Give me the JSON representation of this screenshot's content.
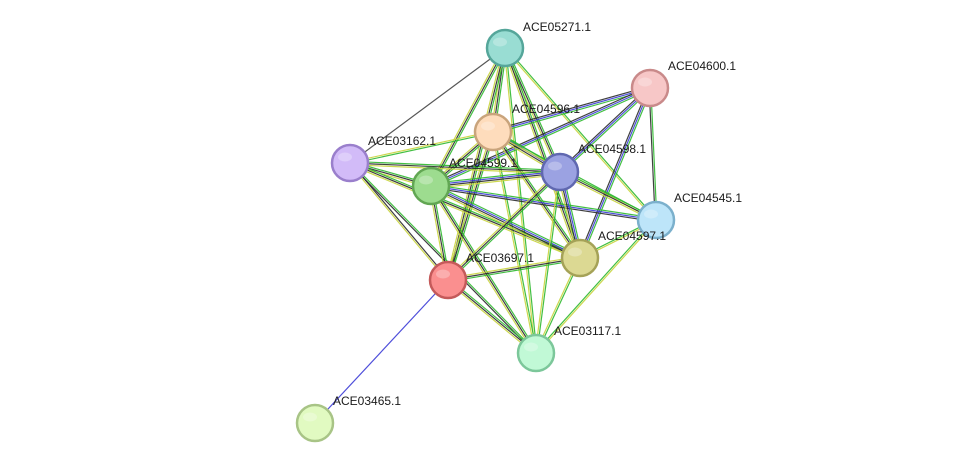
{
  "network": {
    "nodes": [
      {
        "id": "ACE05271.1",
        "label": "ACE05271.1",
        "fill": "#99ddd3",
        "stroke": "#55a69a"
      },
      {
        "id": "ACE04600.1",
        "label": "ACE04600.1",
        "fill": "#f7c7c7",
        "stroke": "#c98a8a"
      },
      {
        "id": "ACE04596.1",
        "label": "ACE04596.1",
        "fill": "#fedcbc",
        "stroke": "#c9a47c"
      },
      {
        "id": "ACE03162.1",
        "label": "ACE03162.1",
        "fill": "#d2bbf8",
        "stroke": "#9a7fcc"
      },
      {
        "id": "ACE04599.1",
        "label": "ACE04599.1",
        "fill": "#9ddc8f",
        "stroke": "#62a653"
      },
      {
        "id": "ACE04598.1",
        "label": "ACE04598.1",
        "fill": "#9ba2e2",
        "stroke": "#6068b0"
      },
      {
        "id": "ACE04545.1",
        "label": "ACE04545.1",
        "fill": "#bde5f9",
        "stroke": "#7bb0cc"
      },
      {
        "id": "ACE04597.1",
        "label": "ACE04597.1",
        "fill": "#dcd993",
        "stroke": "#a5a257"
      },
      {
        "id": "ACE03697.1",
        "label": "ACE03697.1",
        "fill": "#fa8f8f",
        "stroke": "#c45a5a"
      },
      {
        "id": "ACE03117.1",
        "label": "ACE03117.1",
        "fill": "#c1f9d6",
        "stroke": "#7cc79a"
      },
      {
        "id": "ACE03465.1",
        "label": "ACE03465.1",
        "fill": "#e1fac1",
        "stroke": "#a8c486"
      }
    ],
    "edges": [
      {
        "source": "ACE05271.1",
        "target": "ACE04596.1",
        "colors": [
          "#2db82d",
          "#2a2a2a",
          "#c8d43c"
        ]
      },
      {
        "source": "ACE05271.1",
        "target": "ACE04599.1",
        "colors": [
          "#2db82d",
          "#2a2a2a",
          "#c8d43c"
        ]
      },
      {
        "source": "ACE05271.1",
        "target": "ACE04598.1",
        "colors": [
          "#2db82d",
          "#2a2a2a",
          "#c8d43c"
        ]
      },
      {
        "source": "ACE05271.1",
        "target": "ACE04597.1",
        "colors": [
          "#2db82d",
          "#2a2a2a",
          "#c8d43c"
        ]
      },
      {
        "source": "ACE05271.1",
        "target": "ACE03697.1",
        "colors": [
          "#2db82d",
          "#2a2a2a",
          "#c8d43c"
        ]
      },
      {
        "source": "ACE05271.1",
        "target": "ACE03117.1",
        "colors": [
          "#2db82d",
          "#c8d43c"
        ]
      },
      {
        "source": "ACE05271.1",
        "target": "ACE04545.1",
        "colors": [
          "#2db82d",
          "#c8d43c"
        ]
      },
      {
        "source": "ACE05271.1",
        "target": "ACE03162.1",
        "colors": [
          "#444444"
        ]
      },
      {
        "source": "ACE04600.1",
        "target": "ACE04596.1",
        "colors": [
          "#2db82d",
          "#3b3bd6",
          "#2a2a2a"
        ]
      },
      {
        "source": "ACE04600.1",
        "target": "ACE04599.1",
        "colors": [
          "#2db82d",
          "#3b3bd6",
          "#2a2a2a"
        ]
      },
      {
        "source": "ACE04600.1",
        "target": "ACE04598.1",
        "colors": [
          "#2db82d",
          "#3b3bd6",
          "#2a2a2a"
        ]
      },
      {
        "source": "ACE04600.1",
        "target": "ACE04597.1",
        "colors": [
          "#2db82d",
          "#3b3bd6",
          "#2a2a2a"
        ]
      },
      {
        "source": "ACE04600.1",
        "target": "ACE04545.1",
        "colors": [
          "#2db82d",
          "#2a2a2a"
        ]
      },
      {
        "source": "ACE04596.1",
        "target": "ACE04599.1",
        "colors": [
          "#2db82d",
          "#2a2a2a",
          "#c8d43c"
        ]
      },
      {
        "source": "ACE04596.1",
        "target": "ACE04598.1",
        "colors": [
          "#2db82d",
          "#3b3bd6",
          "#2a2a2a",
          "#c8d43c"
        ]
      },
      {
        "source": "ACE04596.1",
        "target": "ACE04597.1",
        "colors": [
          "#2db82d",
          "#2a2a2a",
          "#c8d43c"
        ]
      },
      {
        "source": "ACE04596.1",
        "target": "ACE03697.1",
        "colors": [
          "#2db82d",
          "#2a2a2a",
          "#c8d43c"
        ]
      },
      {
        "source": "ACE04596.1",
        "target": "ACE03117.1",
        "colors": [
          "#2db82d",
          "#c8d43c"
        ]
      },
      {
        "source": "ACE04596.1",
        "target": "ACE04545.1",
        "colors": [
          "#2db82d",
          "#c8d43c"
        ]
      },
      {
        "source": "ACE04596.1",
        "target": "ACE03162.1",
        "colors": [
          "#2db82d",
          "#c8d43c"
        ]
      },
      {
        "source": "ACE03162.1",
        "target": "ACE04599.1",
        "colors": [
          "#2db82d",
          "#2a2a2a",
          "#c8d43c"
        ]
      },
      {
        "source": "ACE03162.1",
        "target": "ACE04598.1",
        "colors": [
          "#2db82d",
          "#2a2a2a",
          "#c8d43c"
        ]
      },
      {
        "source": "ACE03162.1",
        "target": "ACE04597.1",
        "colors": [
          "#2db82d",
          "#2a2a2a",
          "#c8d43c"
        ]
      },
      {
        "source": "ACE03162.1",
        "target": "ACE03697.1",
        "colors": [
          "#2a2a2a",
          "#c8d43c"
        ]
      },
      {
        "source": "ACE03162.1",
        "target": "ACE03117.1",
        "colors": [
          "#2db82d",
          "#2a2a2a"
        ]
      },
      {
        "source": "ACE04599.1",
        "target": "ACE04598.1",
        "colors": [
          "#2db82d",
          "#3b3bd6",
          "#2a2a2a",
          "#c8d43c"
        ]
      },
      {
        "source": "ACE04599.1",
        "target": "ACE04597.1",
        "colors": [
          "#2db82d",
          "#3b3bd6",
          "#2a2a2a",
          "#c8d43c"
        ]
      },
      {
        "source": "ACE04599.1",
        "target": "ACE03697.1",
        "colors": [
          "#2db82d",
          "#2a2a2a",
          "#c8d43c"
        ]
      },
      {
        "source": "ACE04599.1",
        "target": "ACE03117.1",
        "colors": [
          "#2db82d",
          "#2a2a2a",
          "#c8d43c"
        ]
      },
      {
        "source": "ACE04599.1",
        "target": "ACE04545.1",
        "colors": [
          "#2db82d",
          "#3b3bd6",
          "#2a2a2a"
        ]
      },
      {
        "source": "ACE04598.1",
        "target": "ACE04597.1",
        "colors": [
          "#2db82d",
          "#3b3bd6",
          "#2a2a2a",
          "#c8d43c"
        ]
      },
      {
        "source": "ACE04598.1",
        "target": "ACE03697.1",
        "colors": [
          "#2db82d",
          "#2a2a2a",
          "#c8d43c"
        ]
      },
      {
        "source": "ACE04598.1",
        "target": "ACE03117.1",
        "colors": [
          "#2db82d",
          "#c8d43c"
        ]
      },
      {
        "source": "ACE04598.1",
        "target": "ACE04545.1",
        "colors": [
          "#2db82d",
          "#2a2a2a",
          "#c8d43c"
        ]
      },
      {
        "source": "ACE04597.1",
        "target": "ACE03697.1",
        "colors": [
          "#2db82d",
          "#2a2a2a",
          "#c8d43c"
        ]
      },
      {
        "source": "ACE04597.1",
        "target": "ACE03117.1",
        "colors": [
          "#2db82d",
          "#c8d43c"
        ]
      },
      {
        "source": "ACE04597.1",
        "target": "ACE04545.1",
        "colors": [
          "#2db82d",
          "#c8d43c"
        ]
      },
      {
        "source": "ACE03697.1",
        "target": "ACE03117.1",
        "colors": [
          "#2db82d",
          "#2a2a2a",
          "#c8d43c"
        ]
      },
      {
        "source": "ACE03697.1",
        "target": "ACE03465.1",
        "colors": [
          "#3b3bd6"
        ]
      },
      {
        "source": "ACE03117.1",
        "target": "ACE04545.1",
        "colors": [
          "#2db82d",
          "#c8d43c"
        ]
      }
    ]
  }
}
